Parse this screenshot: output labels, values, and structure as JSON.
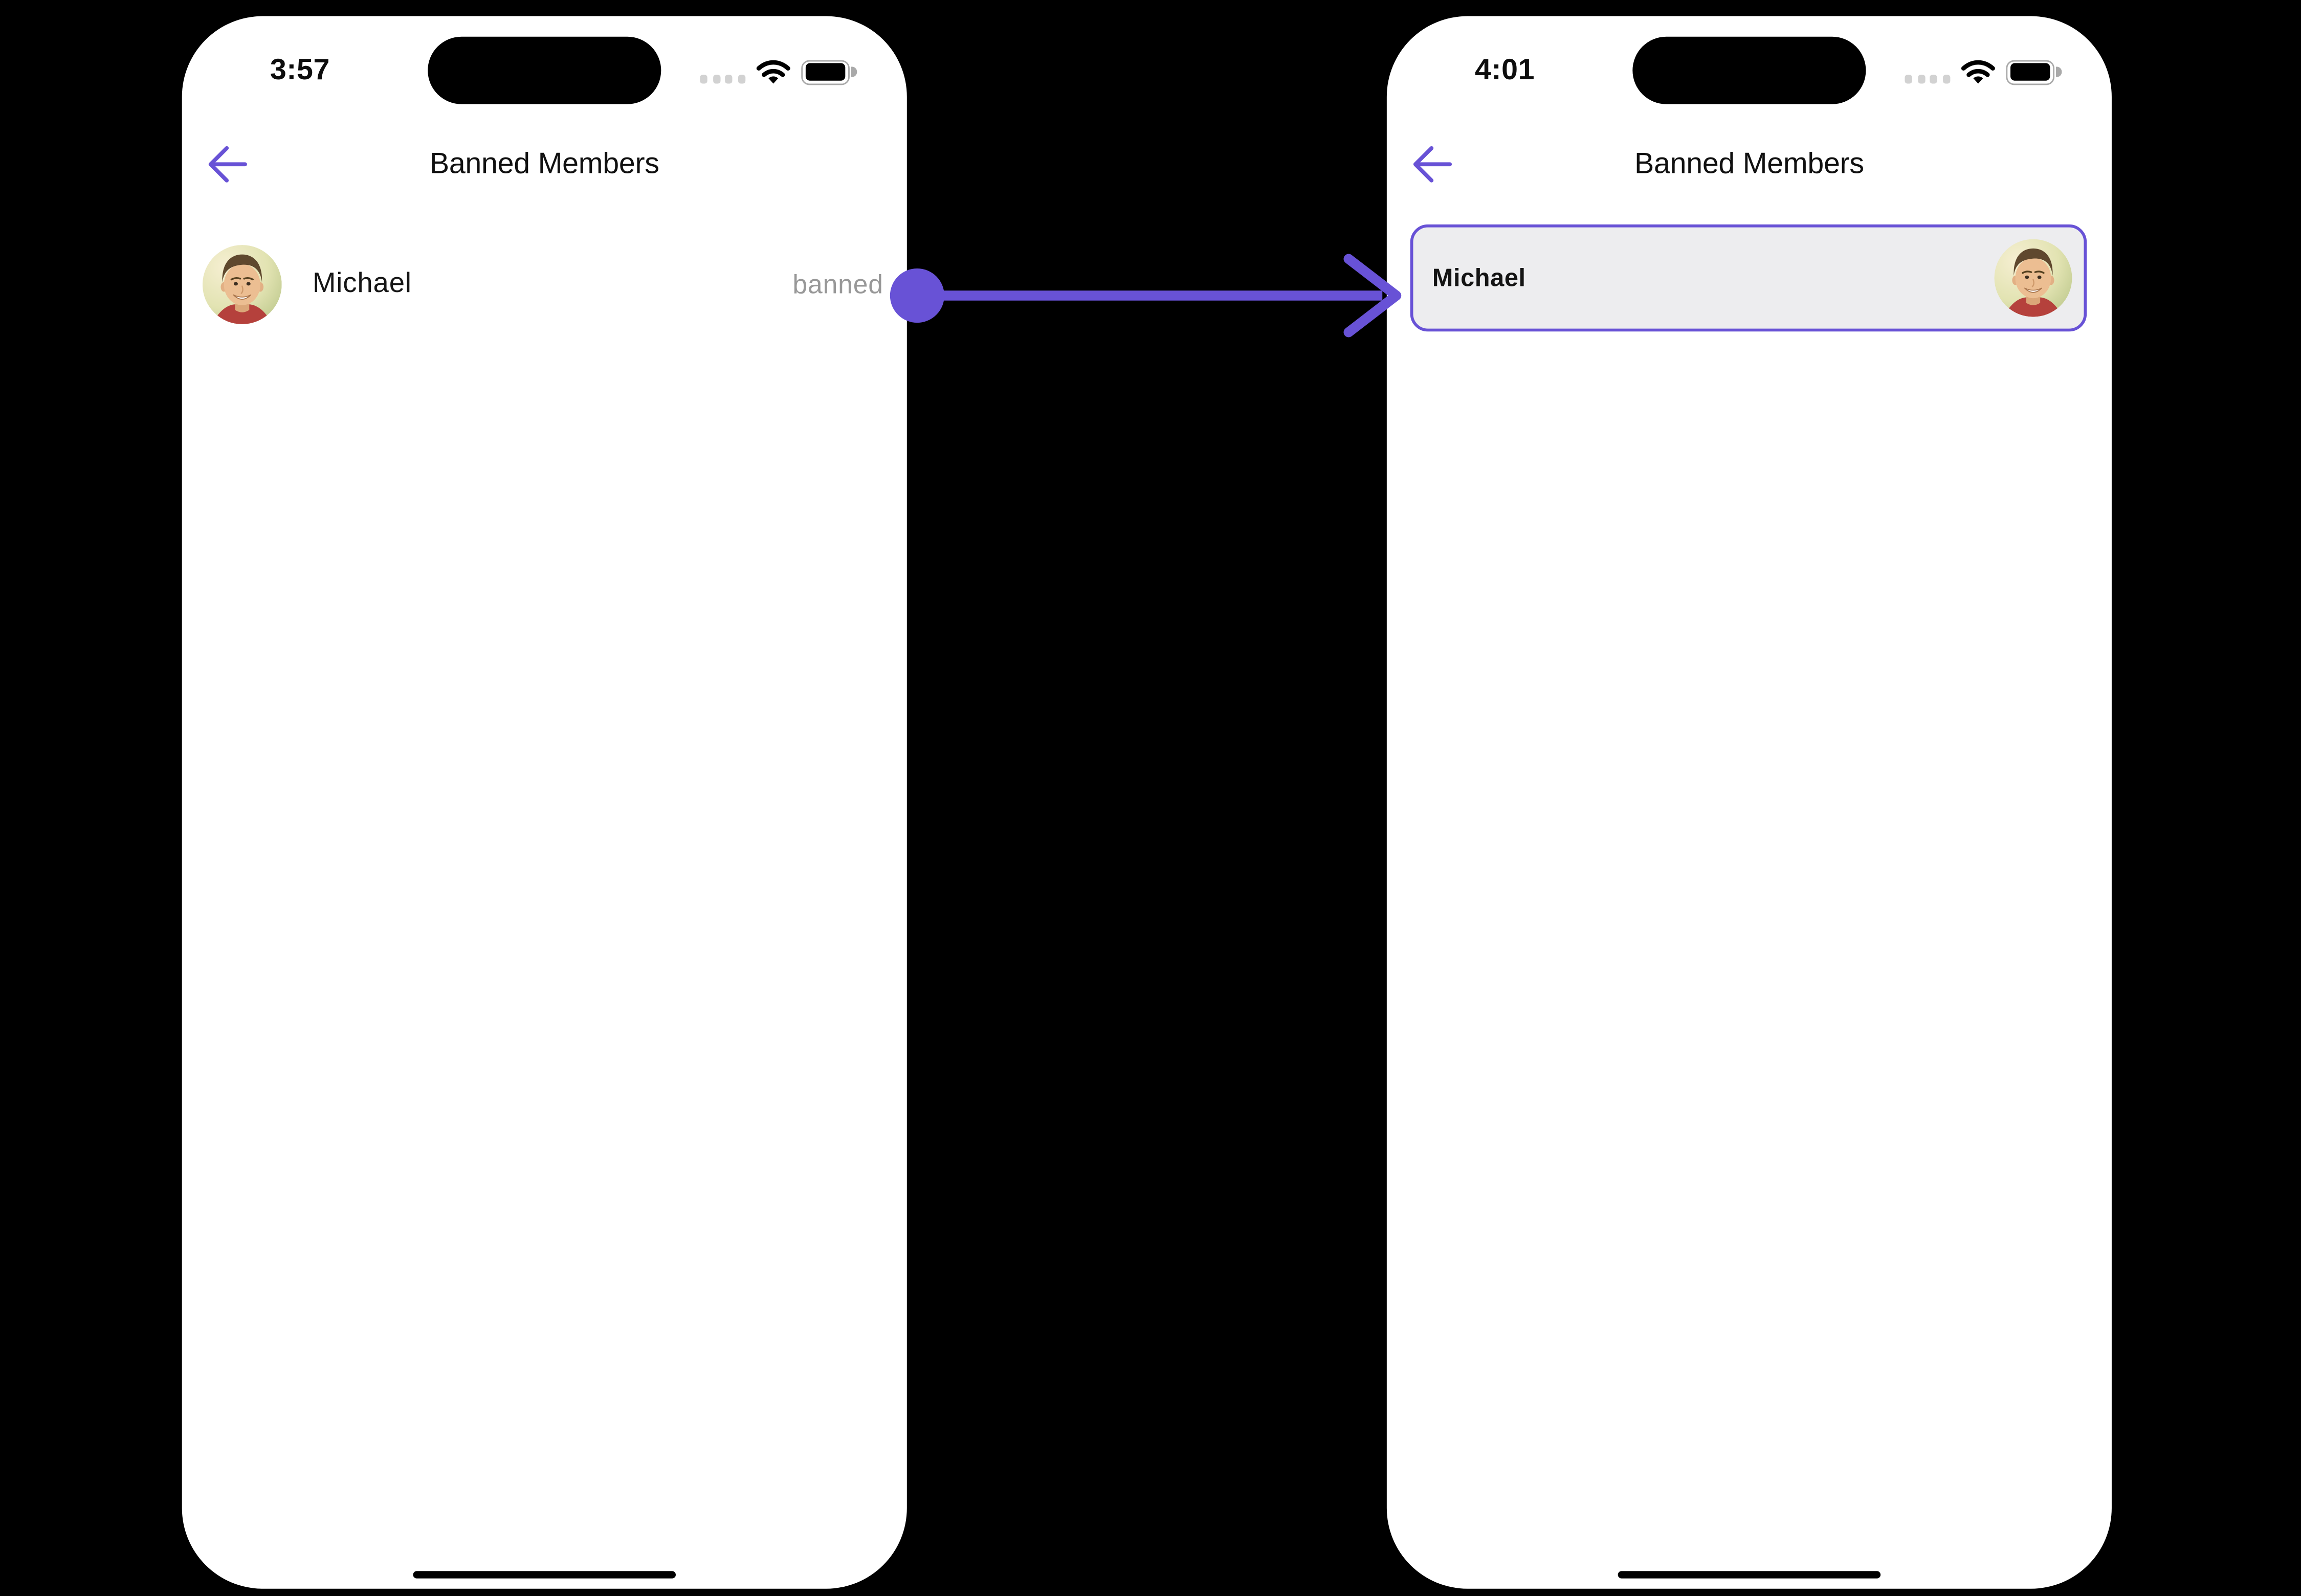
{
  "left_phone": {
    "time": "3:57",
    "title": "Banned Members",
    "row": {
      "name": "Michael",
      "badge": "banned"
    }
  },
  "right_phone": {
    "time": "4:01",
    "title": "Banned Members",
    "card": {
      "name": "Michael"
    }
  },
  "icons": {
    "back": "arrow-left-icon",
    "cellular": "cellular-signal-dots-icon",
    "wifi": "wifi-icon",
    "battery": "battery-full-icon",
    "avatar": "member-photo-avatar",
    "annotation": "transition-arrow"
  },
  "colors": {
    "accent_purple": "#6852D6",
    "banned_text": "#989898",
    "card_background": "#EDEDEF",
    "card_border": "#6852D6",
    "phone_background": "#FFFFFF",
    "canvas_background": "#000000",
    "text_primary": "#101010"
  }
}
